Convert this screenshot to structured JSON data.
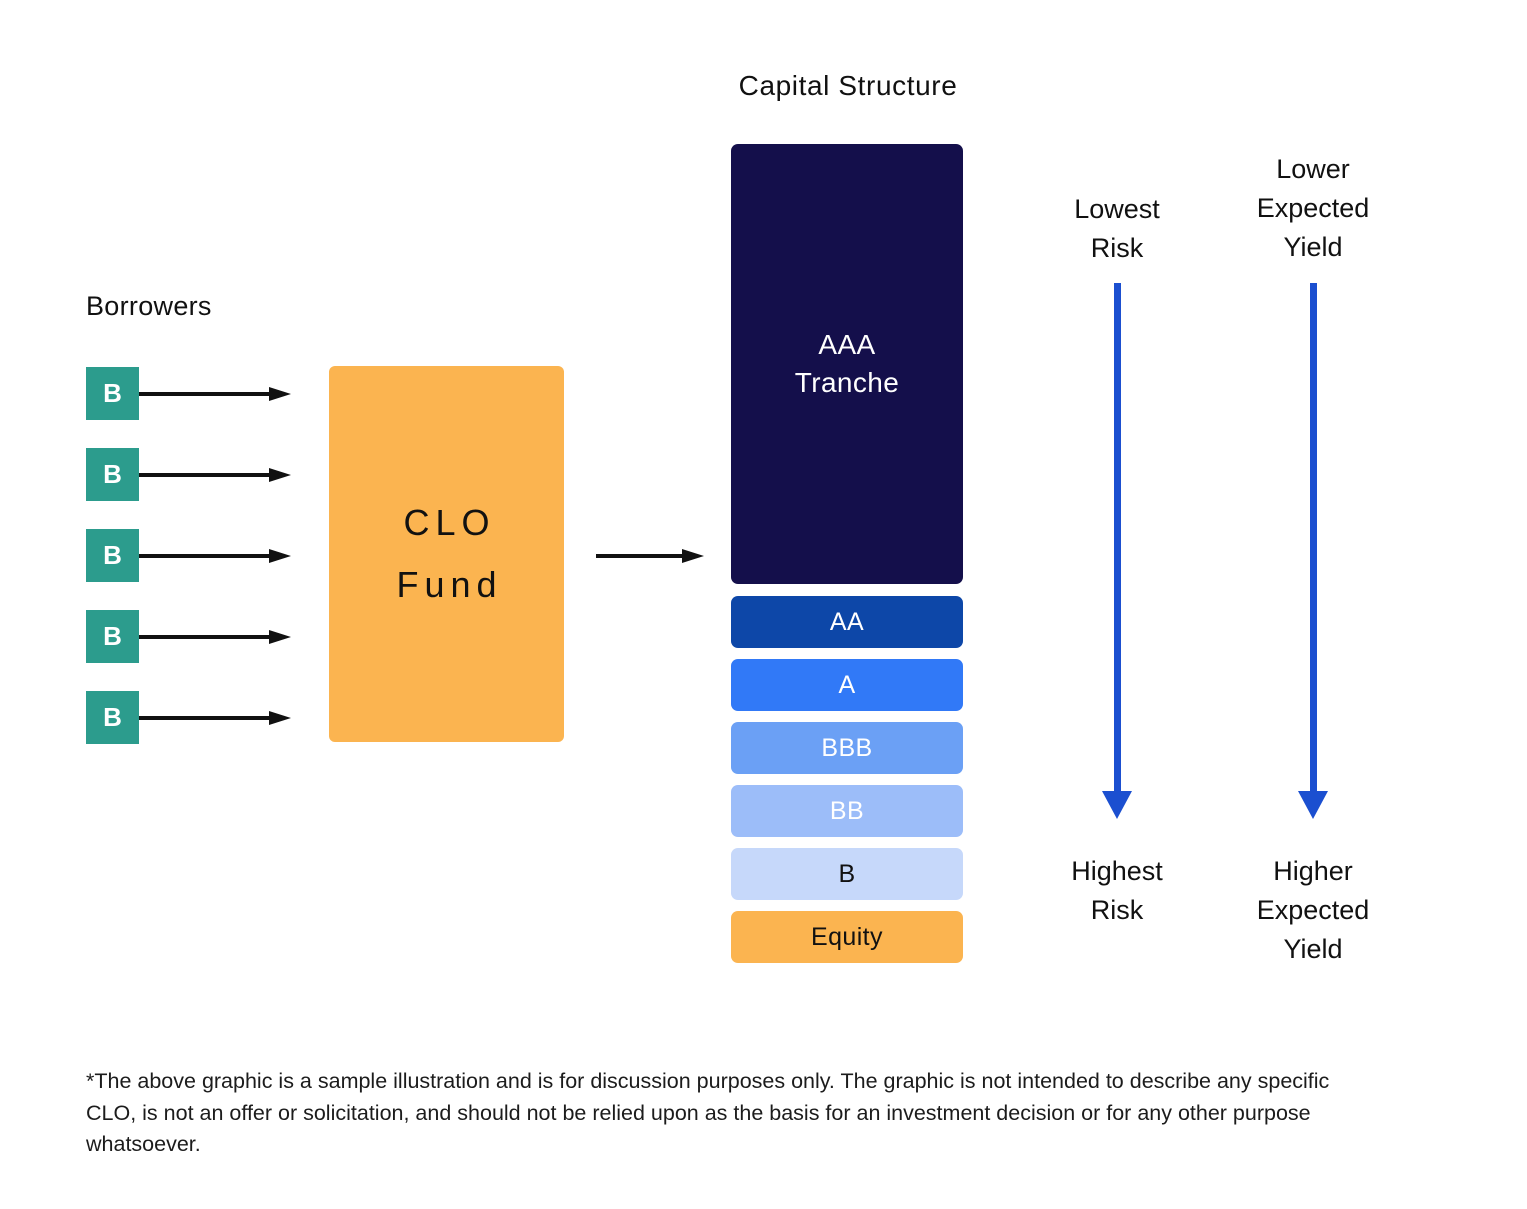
{
  "title": "Capital Structure",
  "borrowers": {
    "label": "Borrowers",
    "items": [
      {
        "label": "B"
      },
      {
        "label": "B"
      },
      {
        "label": "B"
      },
      {
        "label": "B"
      },
      {
        "label": "B"
      }
    ],
    "box_color": "#2C9C8D",
    "arrow_color": "#111111"
  },
  "fund": {
    "line1": "CLO",
    "line2": "Fund",
    "color": "#FBB450"
  },
  "chart_data": {
    "type": "bar",
    "title": "Capital Structure",
    "orientation": "vertical-stack",
    "categories": [
      "AAA Tranche",
      "AA",
      "A",
      "BBB",
      "BB",
      "B",
      "Equity"
    ],
    "values": [
      440,
      52,
      52,
      52,
      52,
      52,
      52
    ],
    "value_unit": "px-height (relative tranche size)",
    "colors": [
      "#140F4B",
      "#0D47A8",
      "#3179F7",
      "#6BA0F5",
      "#9CBDF9",
      "#C6D8FA",
      "#FBB450"
    ],
    "text_colors": [
      "#ffffff",
      "#ffffff",
      "#ffffff",
      "#ffffff",
      "#ffffff",
      "#111111",
      "#111111"
    ],
    "xlabel": "",
    "ylabel": "",
    "grid": false,
    "legend": false,
    "annotations": [
      "Lowest Risk -> Highest Risk",
      "Lower Expected Yield -> Higher Expected Yield"
    ]
  },
  "tranches": [
    {
      "label": "AAA Tranche",
      "line1": "AAA",
      "line2": "Tranche",
      "color": "#140F4B",
      "text": "#ffffff"
    },
    {
      "label": "AA",
      "color": "#0D47A8",
      "text": "#ffffff"
    },
    {
      "label": "A",
      "color": "#3179F7",
      "text": "#ffffff"
    },
    {
      "label": "BBB",
      "color": "#6BA0F5",
      "text": "#ffffff"
    },
    {
      "label": "BB",
      "color": "#9CBDF9",
      "text": "#ffffff"
    },
    {
      "label": "B",
      "color": "#C6D8FA",
      "text": "#111111"
    },
    {
      "label": "Equity",
      "color": "#FBB450",
      "text": "#111111"
    }
  ],
  "gauges": [
    {
      "top_label": "Lowest\nRisk",
      "top_line1": "Lowest",
      "top_line2": "Risk",
      "bottom_line1": "Highest",
      "bottom_line2": "Risk",
      "arrow_color": "#1B4FD0"
    },
    {
      "top_line1": "Lower",
      "top_line2": "Expected",
      "top_line3": "Yield",
      "bottom_line1": "Higher",
      "bottom_line2": "Expected",
      "bottom_line3": "Yield",
      "arrow_color": "#1B4FD0"
    }
  ],
  "footnote": "*The above graphic is a sample illustration and is for discussion purposes only.  The graphic is not intended to describe any specific CLO, is not an offer or solicitation, and should not be relied upon as the basis for an investment decision or for any other purpose whatsoever."
}
